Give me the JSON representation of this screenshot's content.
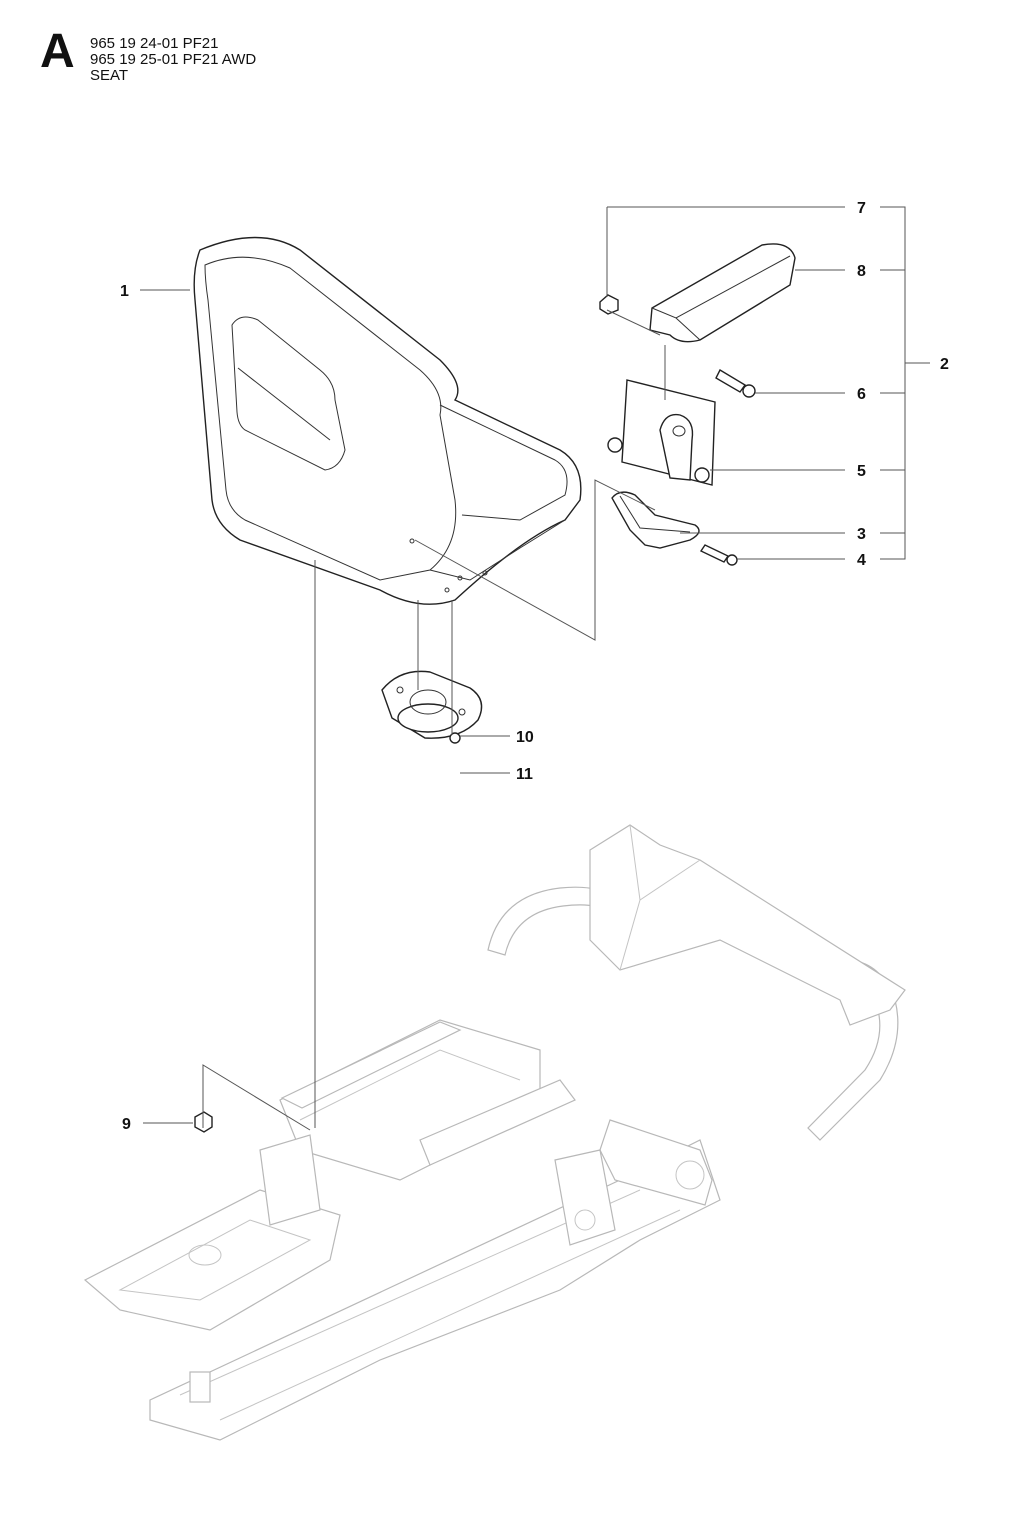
{
  "header": {
    "section_letter": "A",
    "lines": [
      "965 19 24-01 PF21",
      "965 19 25-01 PF21 AWD",
      "SEAT"
    ]
  },
  "callouts": {
    "c1": "1",
    "c2": "2",
    "c3": "3",
    "c4": "4",
    "c5": "5",
    "c6": "6",
    "c7": "7",
    "c8": "8",
    "c9": "9",
    "c10": "10",
    "c11": "11"
  }
}
